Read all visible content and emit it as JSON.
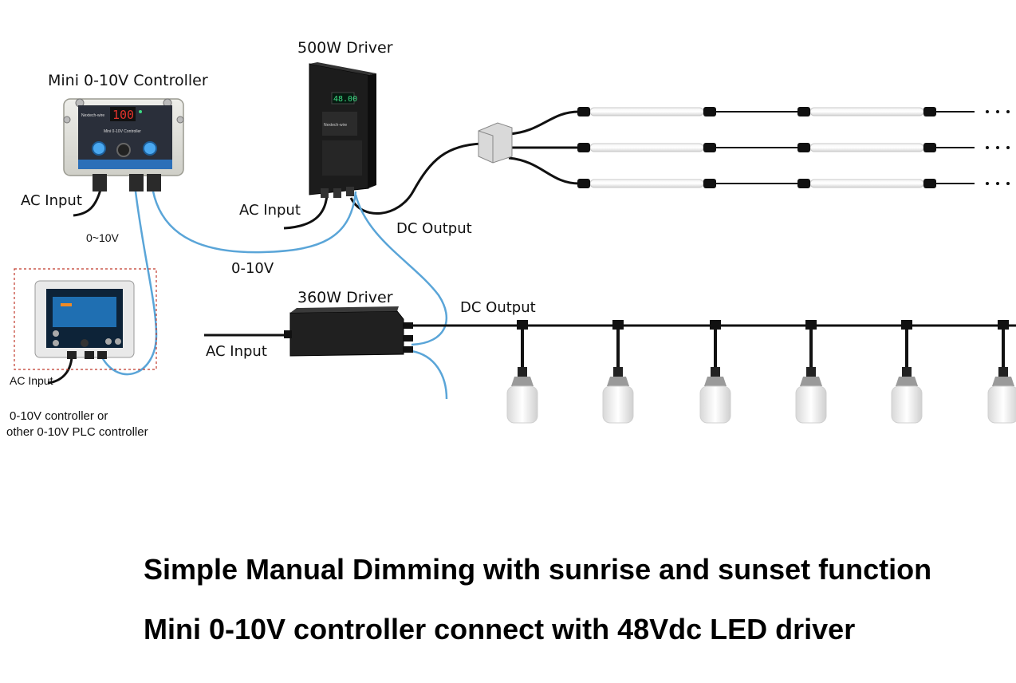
{
  "labels": {
    "mini_controller": "Mini 0-10V Controller",
    "driver_500w": "500W Driver",
    "driver_360w": "360W Driver",
    "ac_input_1": "AC Input",
    "ac_input_2": "AC Input",
    "ac_input_3": "AC Input",
    "ac_input_plc": "AC Input",
    "dc_output_1": "DC Output",
    "dc_output_2": "DC Output",
    "v010_1": "0~10V",
    "v010_2": "0-10V",
    "plc_line1": "0-10V controller or",
    "plc_line2": "other 0-10V PLC controller"
  },
  "device_text": {
    "controller_display": "100",
    "controller_brand": "Nextech-wire",
    "controller_model": "Mini 0-10V Controller",
    "driver_display": "48.00",
    "driver_brand": "Nextech-wire"
  },
  "captions": {
    "line1": "Simple Manual Dimming with sunrise and sunset function",
    "line2": "Mini 0-10V controller connect with 48Vdc LED driver"
  },
  "colors": {
    "signal_cable": "#5aa5d8",
    "power_cable": "#111111",
    "plc_border": "#c0392b",
    "display_red": "#e0322b",
    "display_green": "#3ddc84"
  }
}
